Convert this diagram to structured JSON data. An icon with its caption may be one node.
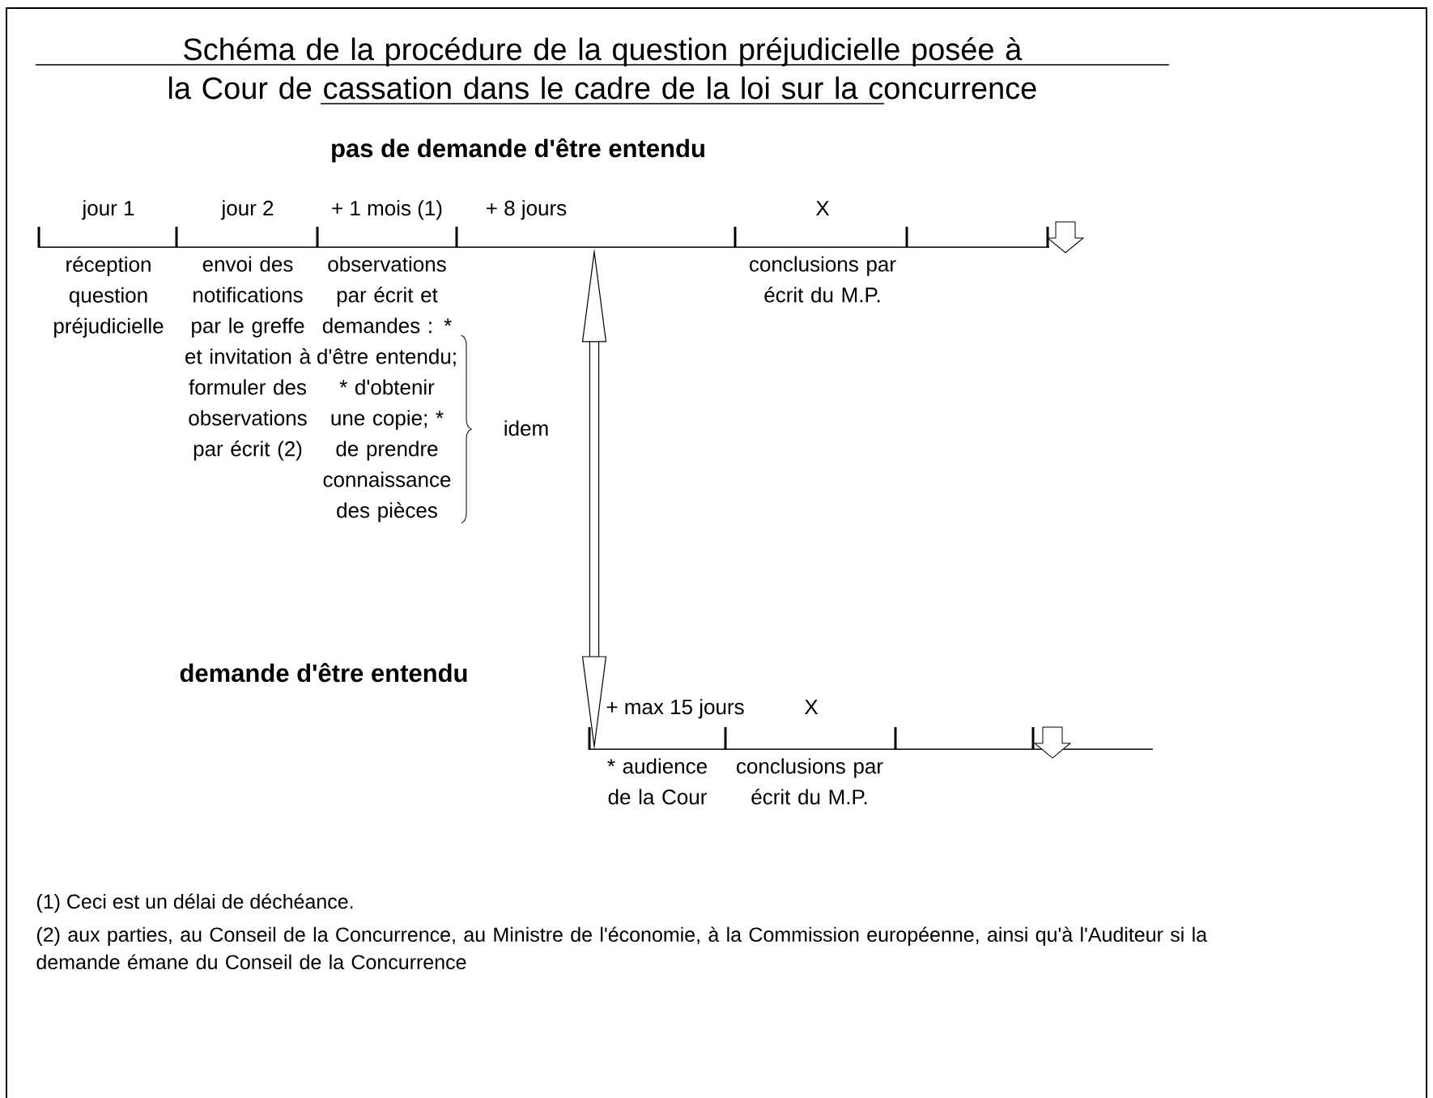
{
  "diagram": {
    "title": "Schéma de la procédure de la question préjudicielle posée à la Cour de cassation dans le cadre de la loi sur la concurrence",
    "nodes": [
      {
        "text": [],
        "shape": "bar"
      },
      {
        "text": [],
        "shape": "bar"
      }
    ],
    "edges": [
      {
        "from": 0,
        "to": 1,
        "arrow": "both"
      }
    ],
    "labels": [
      "pas de demande d'être entendu",
      "jour 1",
      "jour 2",
      "+ 1 mois (1)",
      "+ 8 jours",
      "X",
      "réception question préjudicielle",
      "envoi des notifications par le greffe et invitation à formuler des observations par écrit (2)",
      "observations par écrit et demandes : * d'être entendu; * d'obtenir une copie; * de prendre connaissance des pièces",
      "conclusions par écrit du M.P.",
      "idem",
      "demande d'être entendu",
      "+ max 15 jours",
      "X",
      "* audience de la Cour",
      "conclusions par écrit du M.P.",
      "(1) Ceci est un délai de déchéance.",
      "(2) aux parties, au Conseil de la Concurrence, au Ministre de l'économie, à la Commission européenne, ainsi qu'à l'Auditeur si la demande émane du Conseil de la Concurrence"
    ]
  }
}
